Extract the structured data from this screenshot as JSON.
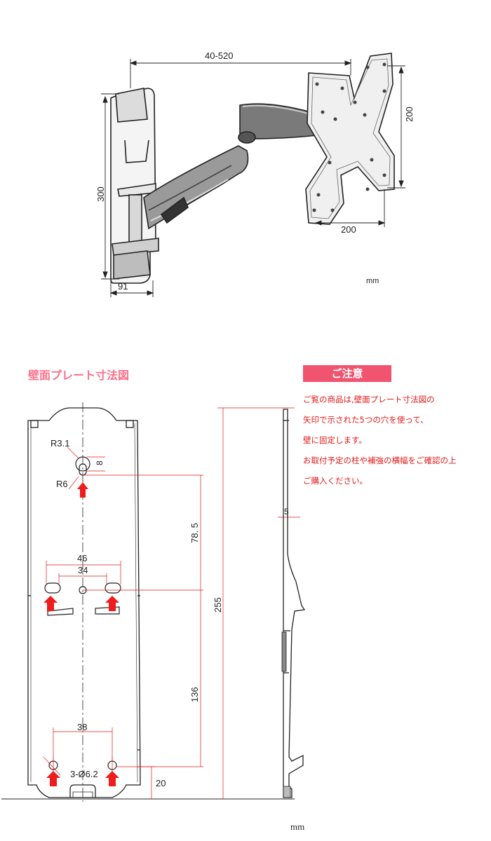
{
  "top_diagram": {
    "dim_reach": "40-520",
    "dim_vesa_h": "200",
    "dim_vesa_w": "200",
    "dim_height": "300",
    "dim_depth": "91",
    "unit": "mm"
  },
  "plate_section": {
    "title": "壁面プレート寸法図",
    "labels": {
      "r31": "R3.1",
      "r6": "R6",
      "d8": "8",
      "d785": "78. 5",
      "d46": "46",
      "d34": "34",
      "d255": "255",
      "d136": "136",
      "d38": "38",
      "holes": "3-Ø6.2",
      "d20": "20",
      "d5": "5"
    },
    "unit": "mm"
  },
  "notice": {
    "title": "ご注意",
    "lines": [
      "ご覧の商品は,壁面プレート寸法図の",
      "矢印で示された5つの穴を使って、",
      "壁に固定します。",
      "お取付予定の柱や補強の横幅をご確認の上",
      "ご購入ください。"
    ]
  }
}
